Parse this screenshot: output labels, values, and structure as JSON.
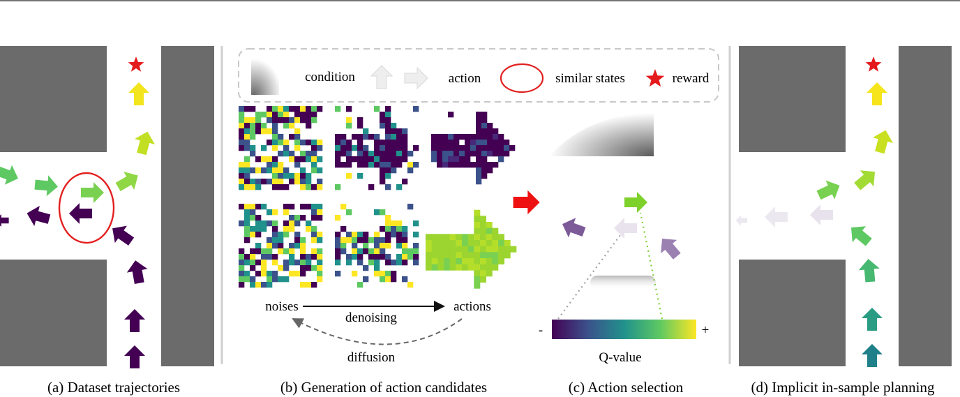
{
  "legend": {
    "condition": "condition",
    "action": "action",
    "similar_states": "similar states",
    "reward": "reward"
  },
  "panel_b": {
    "noises": "noises",
    "denoising": "denoising",
    "actions": "actions",
    "diffusion": "diffusion"
  },
  "panel_c": {
    "minus": "-",
    "plus": "+",
    "qvalue": "Q-value"
  },
  "captions": {
    "a": "(a) Dataset trajectories",
    "b": "(b) Generation of action candidates",
    "c": "(c)  Action selection",
    "d": "(d)  Implicit in-sample planning"
  },
  "colors": {
    "building": "#6b6b6b",
    "legend_border": "#c8c8c8",
    "similar_state_circle": "#e32020",
    "reward_star": "#e41a1c",
    "selection_arrow": "#ee1111",
    "qvalue_colormap": [
      "#440154",
      "#3b528b",
      "#21918c",
      "#5ec962",
      "#fde725"
    ]
  },
  "icons": [
    "star-icon",
    "arrow-icon",
    "ellipse-icon"
  ]
}
